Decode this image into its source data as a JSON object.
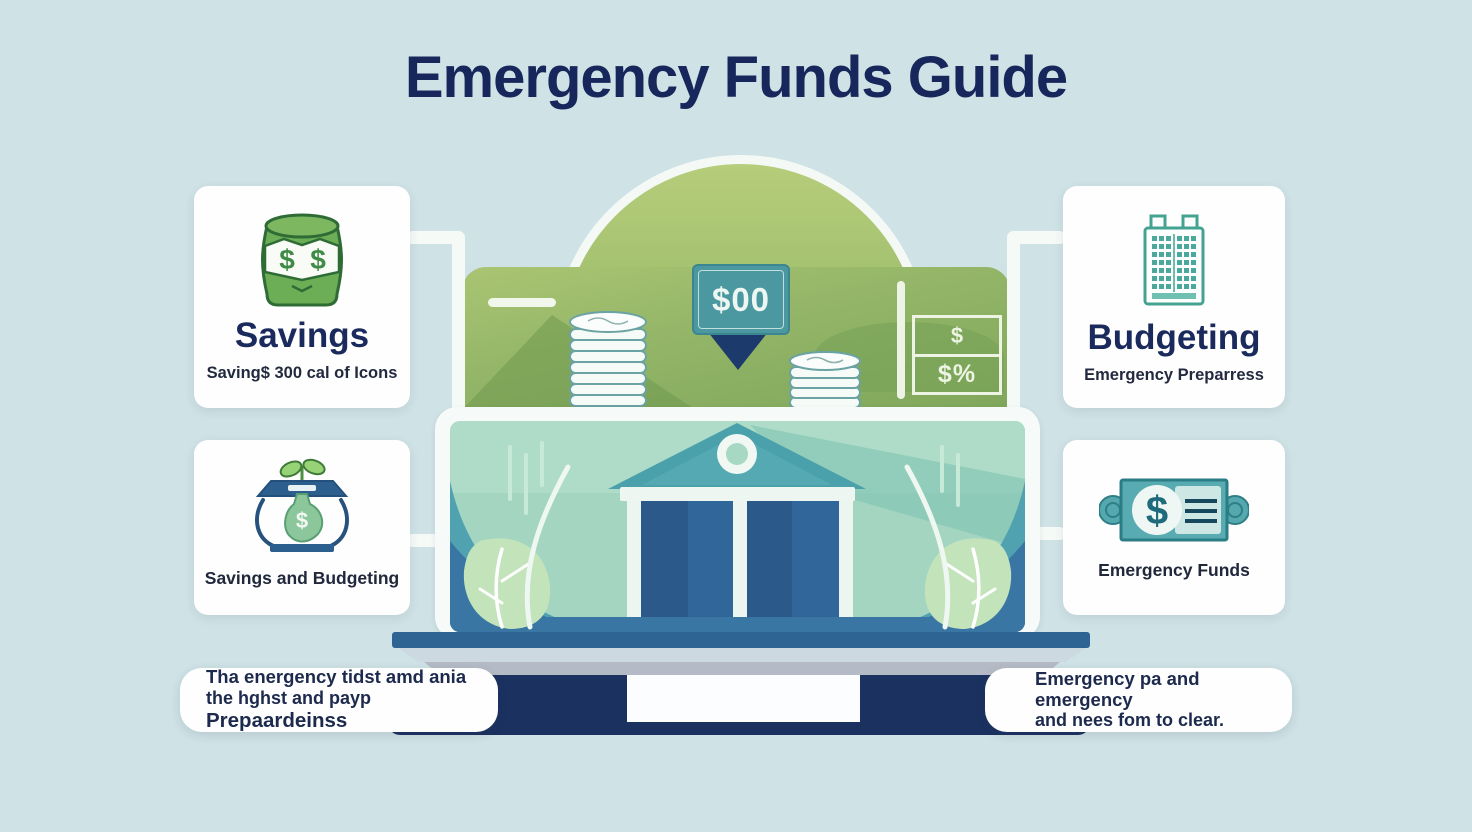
{
  "title": "Emergency Funds Guide",
  "cards": {
    "savings": {
      "title": "Savings",
      "subtitle": "Saving$ 300 cal of Icons"
    },
    "budgeting": {
      "title": "Budgeting",
      "subtitle": "Emergency Preparress"
    },
    "savings_budgeting": {
      "label": "Savings and Budgeting"
    },
    "emergency_funds": {
      "label": "Emergency Funds"
    }
  },
  "center": {
    "bill_value": "$00",
    "rate_box": {
      "top": "$",
      "bottom": "$%"
    }
  },
  "notes": {
    "left": {
      "line1": "Tha energency tidst amd ania",
      "line2": "the hghst and payp",
      "line2_emphasis": "Prepaardeinss"
    },
    "right": {
      "line1": "Emergency pa and emergency",
      "line2": "and nees fom to clear."
    }
  },
  "colors": {
    "background": "#cfe2e6",
    "navy_text": "#17265b",
    "dome_green": "#8db25f",
    "panel_green": "#88ad60",
    "bill_teal": "#4b98a1",
    "scene_teal": "#51a2b0",
    "scene_blue": "#3a76a3",
    "pedestal_navy": "#1b3160",
    "card_white": "#fdfefd"
  }
}
